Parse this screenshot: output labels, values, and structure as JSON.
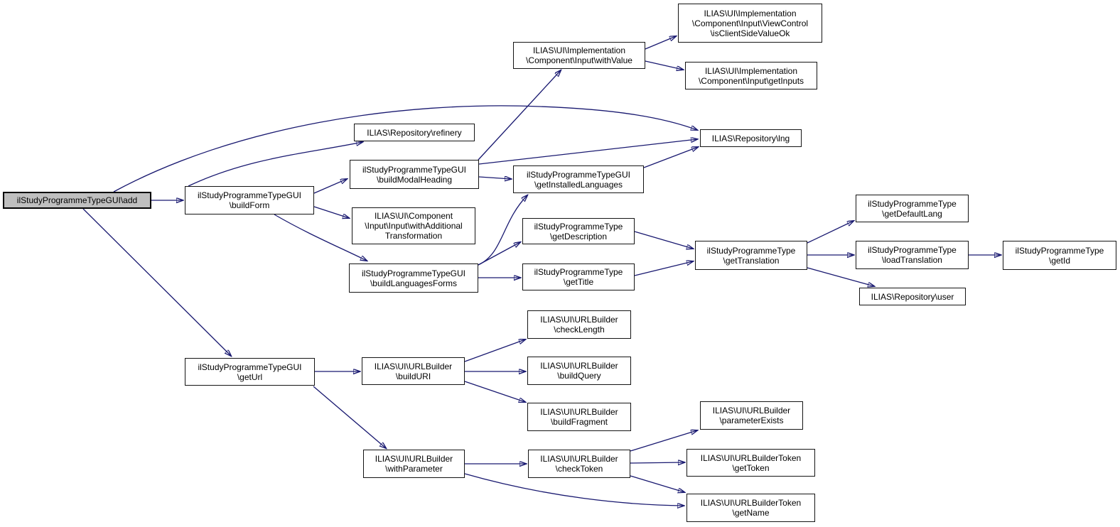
{
  "diagram": {
    "type": "call-graph",
    "background": "#ffffff",
    "edge_color": "#191970",
    "node_fill": "#ffffff",
    "node_border_color": "#000000",
    "root_node_fill": "#bfbfbf",
    "nodes": {
      "add": {
        "label": "ilStudyProgrammeTypeGUI\\add",
        "root": true
      },
      "build_form": {
        "label": "ilStudyProgrammeTypeGUI\n\\buildForm"
      },
      "refinery": {
        "label": "ILIAS\\Repository\\refinery"
      },
      "build_modal_heading": {
        "label": "ilStudyProgrammeTypeGUI\n\\buildModalHeading"
      },
      "with_additional_transformation": {
        "label": "ILIAS\\UI\\Component\n\\Input\\Input\\withAdditional\nTransformation"
      },
      "build_languages_forms": {
        "label": "ilStudyProgrammeTypeGUI\n\\buildLanguagesForms"
      },
      "with_value": {
        "label": "ILIAS\\UI\\Implementation\n\\Component\\Input\\withValue"
      },
      "is_client_side_value_ok": {
        "label": "ILIAS\\UI\\Implementation\n\\Component\\Input\\ViewControl\n\\isClientSideValueOk"
      },
      "get_inputs": {
        "label": "ILIAS\\UI\\Implementation\n\\Component\\Input\\getInputs"
      },
      "lng": {
        "label": "ILIAS\\Repository\\lng"
      },
      "get_installed_languages": {
        "label": "ilStudyProgrammeTypeGUI\n\\getInstalledLanguages"
      },
      "get_description": {
        "label": "ilStudyProgrammeType\n\\getDescription"
      },
      "get_title": {
        "label": "ilStudyProgrammeType\n\\getTitle"
      },
      "get_translation": {
        "label": "ilStudyProgrammeType\n\\getTranslation"
      },
      "get_default_lang": {
        "label": "ilStudyProgrammeType\n\\getDefaultLang"
      },
      "load_translation": {
        "label": "ilStudyProgrammeType\n\\loadTranslation"
      },
      "user": {
        "label": "ILIAS\\Repository\\user"
      },
      "get_id": {
        "label": "ilStudyProgrammeType\n\\getId"
      },
      "get_url": {
        "label": "ilStudyProgrammeTypeGUI\n\\getUrl"
      },
      "build_uri": {
        "label": "ILIAS\\UI\\URLBuilder\n\\buildURI"
      },
      "check_length": {
        "label": "ILIAS\\UI\\URLBuilder\n\\checkLength"
      },
      "build_query": {
        "label": "ILIAS\\UI\\URLBuilder\n\\buildQuery"
      },
      "build_fragment": {
        "label": "ILIAS\\UI\\URLBuilder\n\\buildFragment"
      },
      "with_parameter": {
        "label": "ILIAS\\UI\\URLBuilder\n\\withParameter"
      },
      "check_token": {
        "label": "ILIAS\\UI\\URLBuilder\n\\checkToken"
      },
      "parameter_exists": {
        "label": "ILIAS\\UI\\URLBuilder\n\\parameterExists"
      },
      "get_token": {
        "label": "ILIAS\\UI\\URLBuilderToken\n\\getToken"
      },
      "get_name": {
        "label": "ILIAS\\UI\\URLBuilderToken\n\\getName"
      }
    },
    "edges": [
      {
        "from": "add",
        "to": "build_form"
      },
      {
        "from": "add",
        "to": "lng"
      },
      {
        "from": "add",
        "to": "get_url"
      },
      {
        "from": "build_form",
        "to": "refinery"
      },
      {
        "from": "build_form",
        "to": "build_modal_heading"
      },
      {
        "from": "build_form",
        "to": "with_additional_transformation"
      },
      {
        "from": "build_form",
        "to": "build_languages_forms"
      },
      {
        "from": "build_modal_heading",
        "to": "with_value"
      },
      {
        "from": "build_modal_heading",
        "to": "get_installed_languages"
      },
      {
        "from": "build_modal_heading",
        "to": "lng"
      },
      {
        "from": "get_installed_languages",
        "to": "lng"
      },
      {
        "from": "with_value",
        "to": "is_client_side_value_ok"
      },
      {
        "from": "with_value",
        "to": "get_inputs"
      },
      {
        "from": "build_languages_forms",
        "to": "get_installed_languages"
      },
      {
        "from": "build_languages_forms",
        "to": "get_description"
      },
      {
        "from": "build_languages_forms",
        "to": "get_title"
      },
      {
        "from": "get_description",
        "to": "get_translation"
      },
      {
        "from": "get_title",
        "to": "get_translation"
      },
      {
        "from": "get_translation",
        "to": "get_default_lang"
      },
      {
        "from": "get_translation",
        "to": "load_translation"
      },
      {
        "from": "get_translation",
        "to": "user"
      },
      {
        "from": "load_translation",
        "to": "get_id"
      },
      {
        "from": "get_url",
        "to": "build_uri"
      },
      {
        "from": "get_url",
        "to": "with_parameter"
      },
      {
        "from": "build_uri",
        "to": "check_length"
      },
      {
        "from": "build_uri",
        "to": "build_query"
      },
      {
        "from": "build_uri",
        "to": "build_fragment"
      },
      {
        "from": "with_parameter",
        "to": "check_token"
      },
      {
        "from": "with_parameter",
        "to": "get_name"
      },
      {
        "from": "check_token",
        "to": "parameter_exists"
      },
      {
        "from": "check_token",
        "to": "get_token"
      },
      {
        "from": "check_token",
        "to": "get_name"
      }
    ]
  }
}
